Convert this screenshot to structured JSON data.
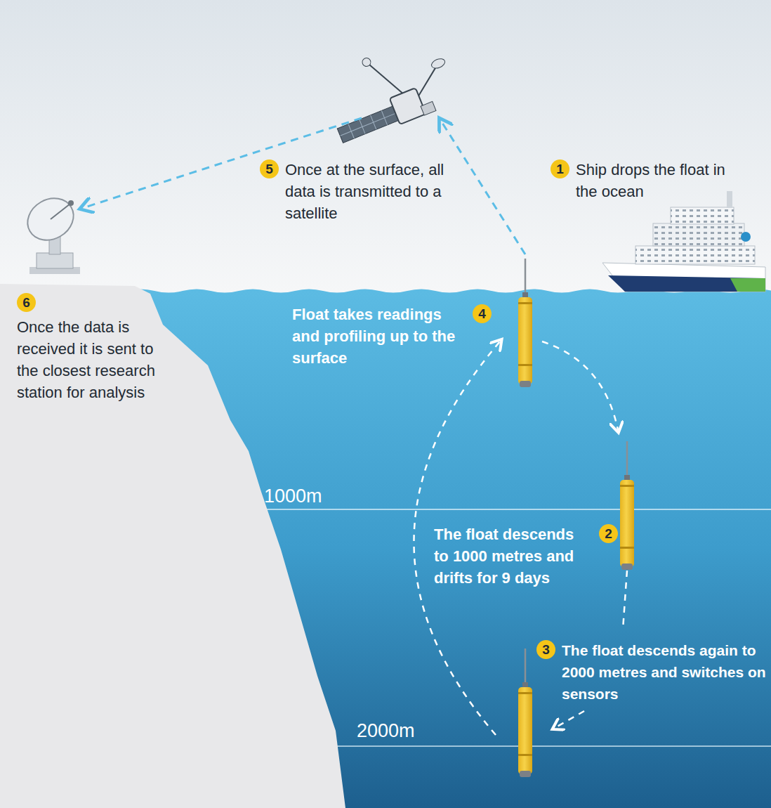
{
  "diagram": {
    "nodes": [
      {
        "text": [
          "1",
          "Ship drops the float in the ocean"
        ]
      },
      {
        "text": [
          "2",
          "The float descends to 1000 metres and drifts for 9 days"
        ]
      },
      {
        "text": [
          "3",
          "The float descends again to 2000 metres and switches on sensors"
        ]
      },
      {
        "text": [
          "4",
          "Float takes readings and profiling up to the surface"
        ]
      },
      {
        "text": [
          "5",
          "Once at the surface, all data is transmitted to a satellite"
        ]
      },
      {
        "text": [
          "6",
          "Once the data is received it is sent to the closest research station for analysis"
        ]
      }
    ],
    "labels": [
      "1000m",
      "2000m"
    ]
  }
}
